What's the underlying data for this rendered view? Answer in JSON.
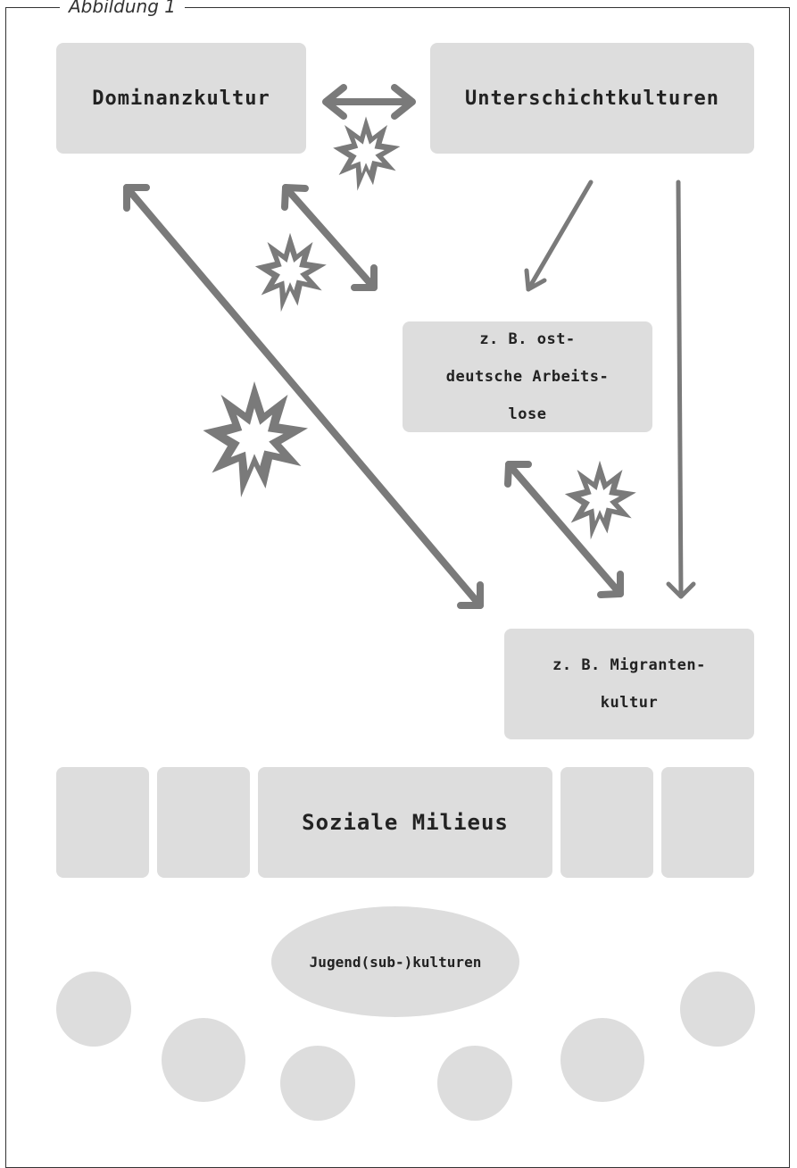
{
  "figure": {
    "caption": "Abbildung 1"
  },
  "nodes": {
    "dominanz": "Dominanzkultur",
    "unterschicht": "Unterschichtkulturen",
    "ost_line1": "z. B. ost-",
    "ost_line2": "deutsche Arbeits-",
    "ost_line3": "lose",
    "migr_line1": "z. B. Migranten-",
    "migr_line2": "kultur",
    "milieus": "Soziale Milieus",
    "jugend": "Jugend(sub-)kulturen"
  },
  "colors": {
    "box_fill": "#dddddd",
    "arrow": "#7a7a7a",
    "text": "#222222"
  },
  "icons": [
    "double-arrow-icon",
    "arrow-icon",
    "conflict-burst-icon"
  ]
}
